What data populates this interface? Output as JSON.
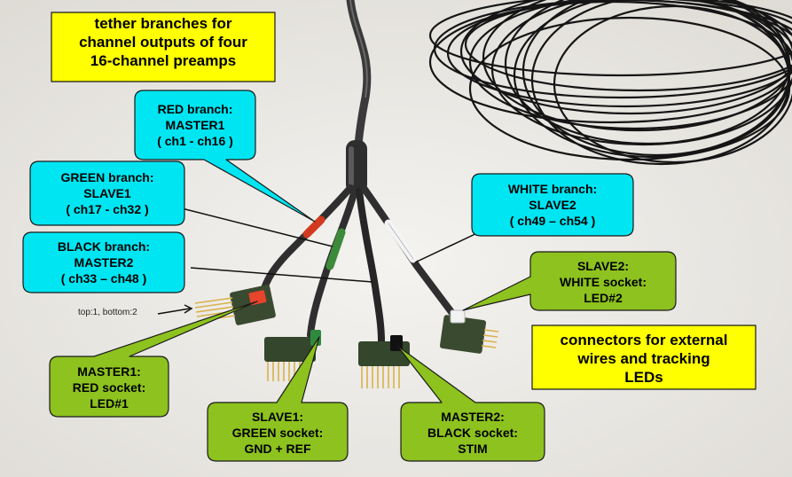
{
  "title_box": {
    "lines": [
      "tether branches for",
      "channel outputs of four",
      "16-channel preamps"
    ]
  },
  "connectors_box": {
    "lines": [
      "connectors for external",
      "wires and tracking",
      "LEDs"
    ]
  },
  "branches": {
    "red": {
      "lines": [
        "RED branch:",
        "MASTER1",
        "( ch1 - ch16 )"
      ]
    },
    "green": {
      "lines": [
        "GREEN  branch:",
        "SLAVE1",
        "( ch17 - ch32 )"
      ]
    },
    "black": {
      "lines": [
        "BLACK branch:",
        "MASTER2",
        "( ch33 – ch48 )"
      ]
    },
    "white": {
      "lines": [
        "WHITE  branch:",
        "SLAVE2",
        "( ch49 – ch54 )"
      ]
    }
  },
  "sockets": {
    "master1": {
      "lines": [
        "MASTER1:",
        "RED socket:",
        "LED#1"
      ]
    },
    "slave1": {
      "lines": [
        "SLAVE1:",
        "GREEN socket:",
        "GND + REF"
      ]
    },
    "master2": {
      "lines": [
        "MASTER2:",
        "BLACK socket:",
        "STIM"
      ]
    },
    "slave2": {
      "lines": [
        "SLAVE2:",
        "WHITE socket:",
        "LED#2"
      ]
    }
  },
  "pin_note": "top:1, bottom:2",
  "colors": {
    "yellow_box": "#ffff00",
    "blue_callout": "#00e5f2",
    "green_callout": "#8dc21f",
    "cable": "#2b2b2b"
  }
}
